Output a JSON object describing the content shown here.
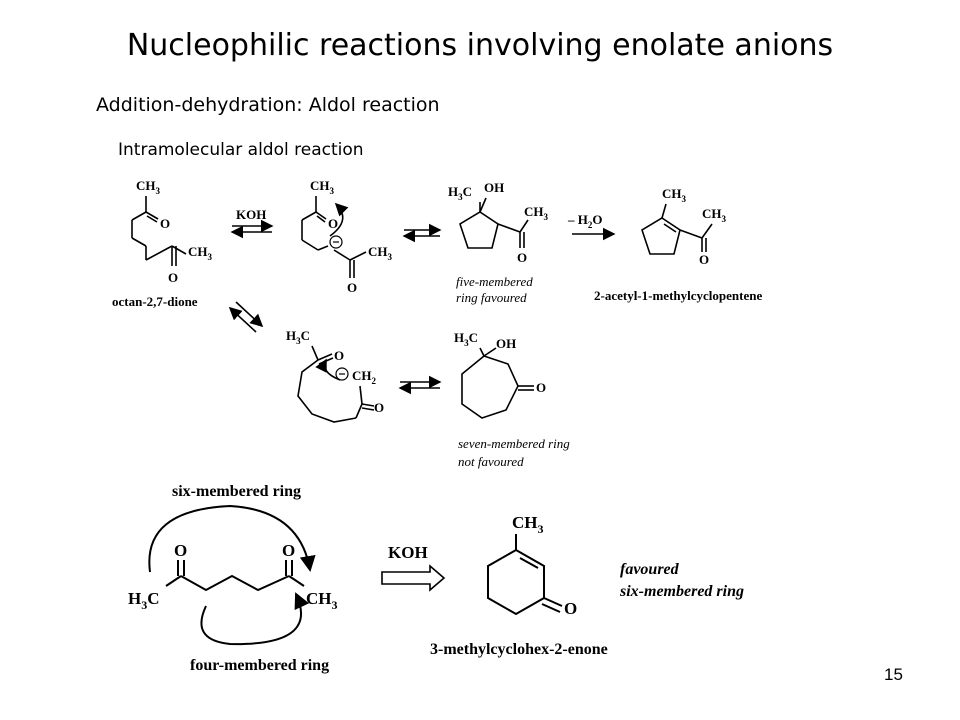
{
  "slide": {
    "title": "Nucleophilic reactions involving enolate anions",
    "subtitle": "Addition-dehydration: Aldol reaction",
    "section": "Intramolecular aldol reaction",
    "page_number": "15"
  },
  "scheme1": {
    "reagent": "KOH",
    "ch3": "CH",
    "sub3": "3",
    "o": "O",
    "oh": "OH",
    "h3c": "H",
    "ch2": "CH",
    "sub2": "2",
    "h2o": "– H",
    "start_name": "octan-2,7-dione",
    "five_caption_1": "five-membered",
    "five_caption_2": "ring favoured",
    "product_name": "2-acetyl-1-methylcyclopentene",
    "seven_caption_1": "seven-membered ring",
    "seven_caption_2": "not favoured"
  },
  "scheme2": {
    "six_ring_label": "six-membered ring",
    "four_ring_label": "four-membered ring",
    "reagent": "KOH",
    "product_name": "3-methylcyclohex-2-enone",
    "caption_1": "favoured",
    "caption_2": "six-membered ring"
  }
}
